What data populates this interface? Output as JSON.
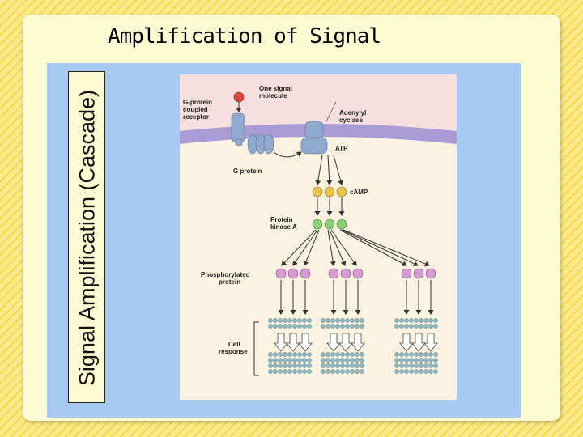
{
  "slide": {
    "title": "Amplification of Signal",
    "side_label": "Signal Amplification (Cascade)"
  },
  "diagram": {
    "labels": {
      "signal": [
        "One signal",
        "molecule"
      ],
      "receptor": [
        "G-protein",
        "coupled",
        "receptor"
      ],
      "adenylyl": [
        "Adenylyl",
        "cyclase"
      ],
      "atp": "ATP",
      "gprotein": "G protein",
      "camp": "cAMP",
      "pka": [
        "Protein",
        "kinase A"
      ],
      "phospho": [
        "Phosphorylated",
        "protein"
      ],
      "cell_response": [
        "Cell",
        "response"
      ]
    },
    "colors": {
      "extracellular": "#f7dfe0",
      "membrane": "#a99bd6",
      "cytoplasm": "#fbf3e1",
      "receptor": "#8fa9cf",
      "signal_molecule": "#d84a36",
      "camp": "#e7c54a",
      "pka": "#8ccf7a",
      "phospho": "#d79bd3",
      "response": "#8db8c4"
    }
  }
}
